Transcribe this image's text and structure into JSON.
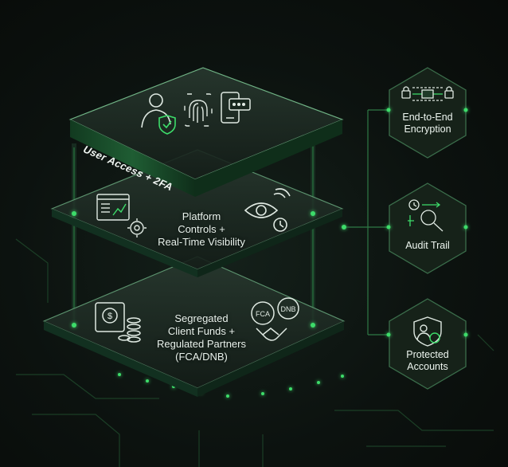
{
  "layers": {
    "top": {
      "label": "User Access + 2FA"
    },
    "middle": {
      "label": "Platform\nControls +\nReal-Time Visibility"
    },
    "bottom": {
      "label": "Segregated\nClient Funds +\nRegulated Partners\n(FCA/DNB)"
    }
  },
  "badges": {
    "fca": "FCA",
    "dnb": "DNB"
  },
  "features": [
    {
      "label": "End-to-End\nEncryption",
      "icon": "encryption-icon"
    },
    {
      "label": "Audit Trail",
      "icon": "audit-trail-icon"
    },
    {
      "label": "Protected\nAccounts",
      "icon": "protected-accounts-icon"
    }
  ],
  "colors": {
    "accent": "#3ddc6a",
    "panel": "#1a2a20",
    "line": "#2f7a46"
  }
}
